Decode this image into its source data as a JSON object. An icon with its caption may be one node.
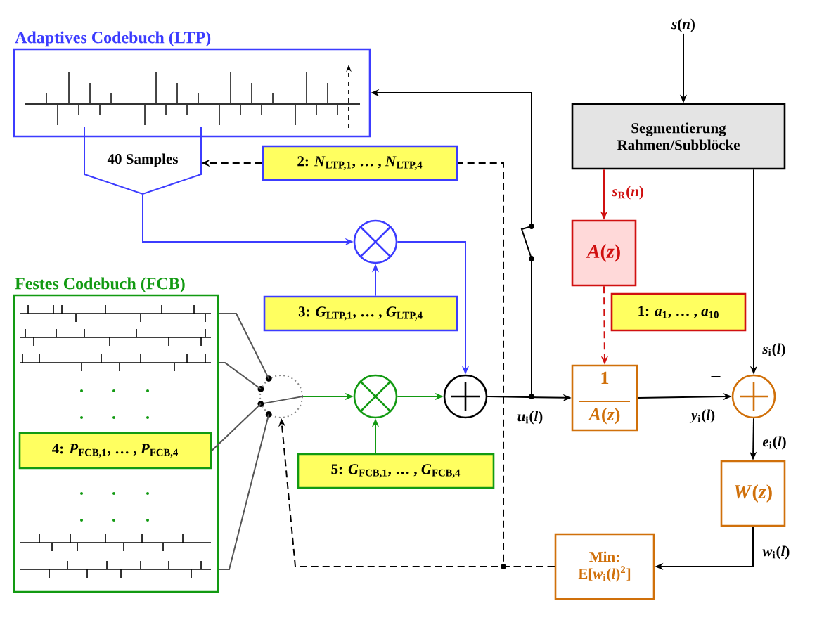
{
  "diagram": {
    "nodes": [
      {
        "text": [
          "Adaptives Codebuch (LTP)"
        ]
      },
      {
        "text": [
          "40 Samples"
        ]
      },
      {
        "text": [
          "2: *N*$_{LTP,1}$,  … , *N*$_{LTP,4}$"
        ]
      },
      {
        "text": [],
        "shape": "circle"
      },
      {
        "text": [
          "3: *G*$_{LTP,1}$,  … , *G*$_{LTP,4}$"
        ]
      },
      {
        "text": [
          "Festes Codebuch (FCB)"
        ]
      },
      {
        "text": [
          "4: *P*$_{FCB,1}$,  … , *P*$_{FCB,4}$"
        ],
        "in": 5
      },
      {
        "text": [],
        "shape": "circle"
      },
      {
        "text": [],
        "shape": "circle"
      },
      {
        "text": [
          "5: *G*$_{FCB,1}$,  … , *G*$_{FCB,4}$"
        ]
      },
      {
        "text": [],
        "shape": "circle"
      },
      {
        "text": [
          "*s*(*n*)"
        ]
      },
      {
        "text": [
          "Segmentierung Rahmen/Subblöcke"
        ]
      },
      {
        "text": [
          "*A*(*z*)"
        ]
      },
      {
        "text": [
          "1: *a*$_{1}$,  … , *a*$_{10}$"
        ]
      },
      {
        "text": [
          "1",
          "*A*(*z*)"
        ]
      },
      {
        "text": [],
        "shape": "circle"
      },
      {
        "text": [
          "*W*(*z*)"
        ]
      },
      {
        "text": [
          "Min: E[*w*$_{i}$(*l*)$^{2}$]"
        ]
      }
    ],
    "edges": [
      {
        "from": 11,
        "to": 12,
        "arrow": "to"
      },
      {
        "from": 12,
        "to": 13,
        "arrow": "to",
        "label": "*s*$_{R}$(*n*)",
        "color": "#d01010"
      },
      {
        "from": 13,
        "to": 15,
        "arrow": "to",
        "style": "dashed",
        "color": "#d01010"
      },
      {
        "from": 12,
        "to": 16,
        "arrow": "to",
        "label": "*s*$_{i}$(*l*)"
      },
      {
        "from": 15,
        "to": 16,
        "arrow": "to",
        "label": "*y*$_{i}$(*l*)"
      },
      {
        "from": 16,
        "to": 17,
        "arrow": "to",
        "label": "*e*$_{i}$(*l*)"
      },
      {
        "from": 17,
        "to": 18,
        "arrow": "to",
        "label": "*w*$_{i}$(*l*)"
      },
      {
        "from": 10,
        "to": 15,
        "arrow": "to",
        "label": "*u*$_{i}$(*l*)"
      },
      {
        "from": 10,
        "to": 0,
        "arrow": "to"
      },
      {
        "from": 1,
        "to": 3,
        "arrow": "to",
        "color": "#3c3cff"
      },
      {
        "from": 4,
        "to": 3,
        "arrow": "to",
        "color": "#3c3cff"
      },
      {
        "from": 3,
        "to": 10,
        "arrow": "to",
        "color": "#3c3cff"
      },
      {
        "from": 2,
        "to": 1,
        "arrow": "to",
        "style": "dashed"
      },
      {
        "from": 18,
        "to": 2,
        "arrow": "none",
        "style": "dashed"
      },
      {
        "from": 18,
        "to": 7,
        "arrow": "to",
        "style": "dashed"
      },
      {
        "from": 8,
        "to": 10,
        "arrow": "to",
        "color": "#129a12"
      },
      {
        "from": 9,
        "to": 8,
        "arrow": "to",
        "color": "#129a12"
      },
      {
        "from": 7,
        "to": 8,
        "arrow": "to",
        "color": "#129a12"
      },
      {
        "from": 5,
        "to": 7,
        "arrow": "none",
        "color": "#555555"
      },
      {
        "from": 5,
        "to": 7,
        "arrow": "none",
        "color": "#555555"
      },
      {
        "from": 6,
        "to": 7,
        "arrow": "none",
        "color": "#555555"
      },
      {
        "from": 5,
        "to": 7,
        "arrow": "none",
        "color": "#555555"
      }
    ],
    "labels": [
      "−"
    ]
  }
}
